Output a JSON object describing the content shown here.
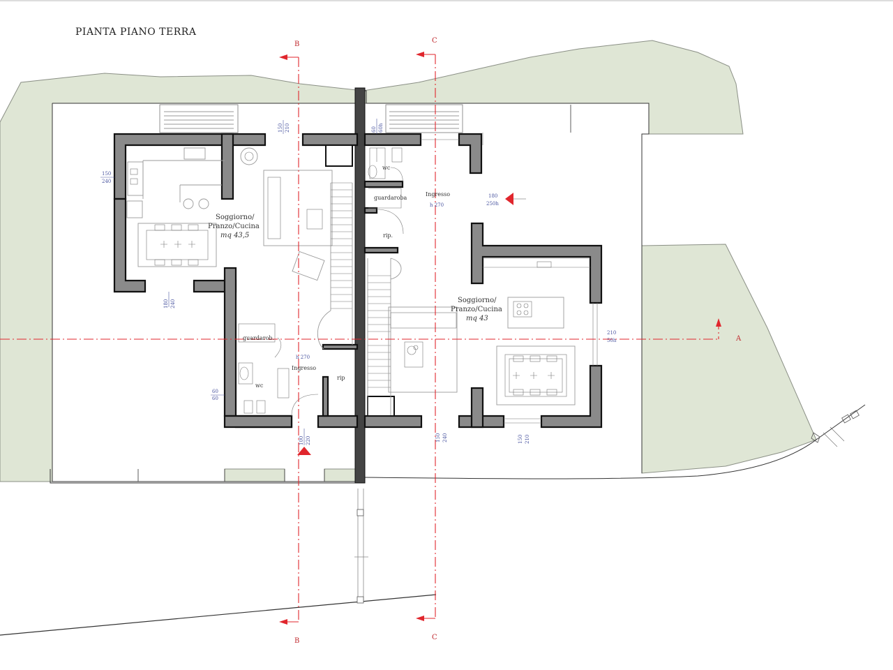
{
  "title": "PIANTA PIANO TERRA",
  "sections": {
    "A": "A",
    "B": "B",
    "C": "C"
  },
  "left_unit": {
    "living": {
      "line1": "Soggiorno/",
      "line2": "Pranzo/Cucina",
      "area": "mq 43,5"
    },
    "guardaroba": "guardarob.",
    "wc": "wc",
    "ingresso": "Ingresso",
    "ingresso_h": "h 270",
    "rip": "rip"
  },
  "right_unit": {
    "living": {
      "line1": "Soggiorno/",
      "line2": "Pranzo/Cucina",
      "area": "mq 43"
    },
    "ingresso": "Ingresso",
    "ingresso_h": "h 270",
    "wc": "wc",
    "guardaroba": "guardaroba",
    "rip": "rip."
  },
  "dimensions": {
    "d1": "150",
    "d2": "240",
    "d3": "150",
    "d4": "210",
    "d5": "180",
    "d6": "240",
    "d7": "60",
    "d8": "60",
    "d9": "100",
    "d10": "220",
    "d11": "60",
    "d12": "60h",
    "d13": "180",
    "d14": "250h",
    "d15": "210",
    "d16": "50h",
    "d17": "150",
    "d18": "240",
    "d19": "150",
    "d20": "210"
  },
  "colors": {
    "wall": "#8a8a8a",
    "garden": "#dfe6d5",
    "section_line": "#e0262d",
    "dimension": "#4a55a0"
  }
}
